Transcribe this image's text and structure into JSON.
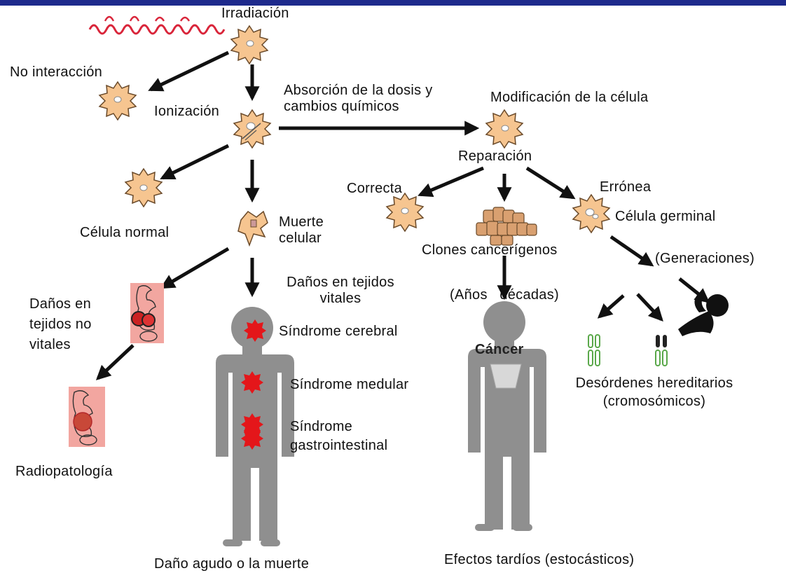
{
  "colors": {
    "top_bar": "#1e2a8c",
    "cell_fill": "#f6c590",
    "cell_stroke": "#6a4a2a",
    "human_fill": "#8f8f8f",
    "damage_red": "#e4161a",
    "wave": "#d9253a",
    "arrow": "#111111"
  },
  "labels": {
    "irradiacion": "Irradiación",
    "no_interaccion": "No interacción",
    "ionizacion": "Ionización",
    "absorcion": "Absorción de la dosis y\ncambios químicos",
    "modificacion": "Modificación de la célula",
    "reparacion": "Reparación",
    "correcta": "Correcta",
    "erronea": "Errónea",
    "celula_germinal": "Célula germinal",
    "celula_normal": "Célula normal",
    "muerte_celular": "Muerte\ncelular",
    "clones": "Clones cancerígenos",
    "generaciones": "(Generaciones)",
    "danos_no_vitales": "Daños en\ntejidos no\nvitales",
    "danos_vitales": "Daños en tejidos\nvitales",
    "anos_decadas": "(Años   décadas)",
    "sindrome_cerebral": "Síndrome cerebral",
    "sindrome_medular": "Síndrome medular",
    "sindrome_gastro": "Síndrome\ngastrointestinal",
    "cancer": "Cáncer",
    "desordenes": "Desórdenes hereditarios\n(cromosómicos)",
    "radiopatologia": "Radiopatología",
    "dano_agudo": "Daño agudo o la muerte",
    "efectos_tardios": "Efectos tardíos (estocásticos)"
  }
}
